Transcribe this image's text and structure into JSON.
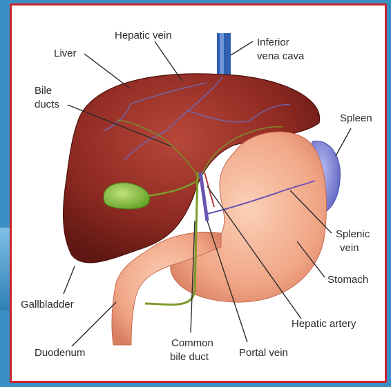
{
  "labels": {
    "hepatic_vein": "Hepatic vein",
    "inferior_vena_cava_line1": "Inferior",
    "inferior_vena_cava_line2": "vena cava",
    "liver": "Liver",
    "bile_ducts_line1": "Bile",
    "bile_ducts_line2": "ducts",
    "spleen": "Spleen",
    "splenic_vein_line1": "Splenic",
    "splenic_vein_line2": "vein",
    "stomach": "Stomach",
    "hepatic_artery": "Hepatic artery",
    "gallbladder": "Gallbladder",
    "duodenum": "Duodenum",
    "common_bile_duct_line1": "Common",
    "common_bile_duct_line2": "bile duct",
    "portal_vein": "Portal vein"
  },
  "colors": {
    "liver": "#8e2a22",
    "stomach": "#f2a98a",
    "gallbladder": "#7fbf3a",
    "spleen": "#7a7fd0",
    "vein_blue": "#2f5fb0",
    "frame_border": "#c8262b"
  }
}
